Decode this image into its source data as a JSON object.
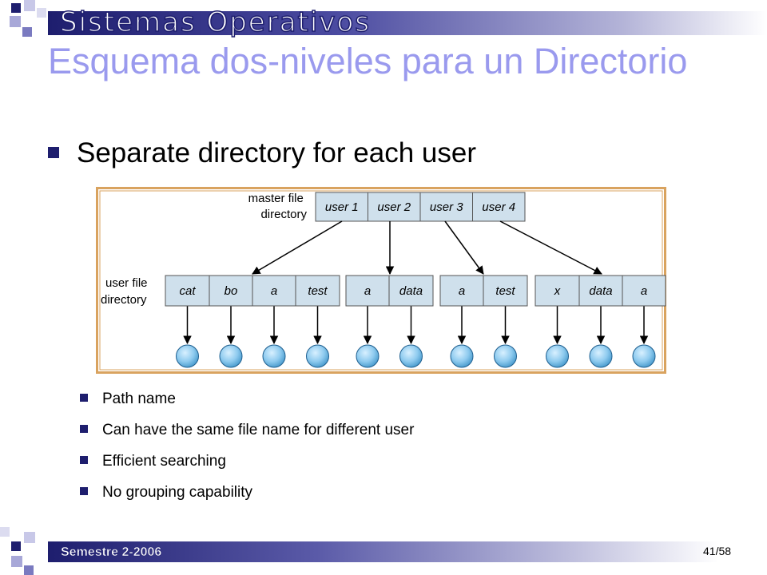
{
  "header": {
    "course_title": "Sistemas Operativos"
  },
  "slide": {
    "title": "Esquema dos-niveles para un Directorio",
    "main_bullet": "Separate directory for each user",
    "sub_bullets": [
      "Path name",
      "Can have the same file name for different user",
      "Efficient searching",
      "No grouping capability"
    ]
  },
  "diagram": {
    "master_label_line1": "master file",
    "master_label_line2": "directory",
    "user_label_line1": "user file",
    "user_label_line2": "directory",
    "master_cells": [
      "user 1",
      "user 2",
      "user 3",
      "user 4"
    ],
    "user_dirs": [
      [
        "cat",
        "bo",
        "a",
        "test"
      ],
      [
        "a",
        "data"
      ],
      [
        "a",
        "test"
      ],
      [
        "x",
        "data",
        "a"
      ]
    ]
  },
  "footer": {
    "semester": "Semestre 2-2006",
    "page": "41/58"
  },
  "colors": {
    "navy": "#1e1e6e",
    "title_lavender": "#9a9aee",
    "cell_fill": "#cfe0ec",
    "frame_orange": "#d9a35f",
    "file_node": "#8fcbef"
  }
}
